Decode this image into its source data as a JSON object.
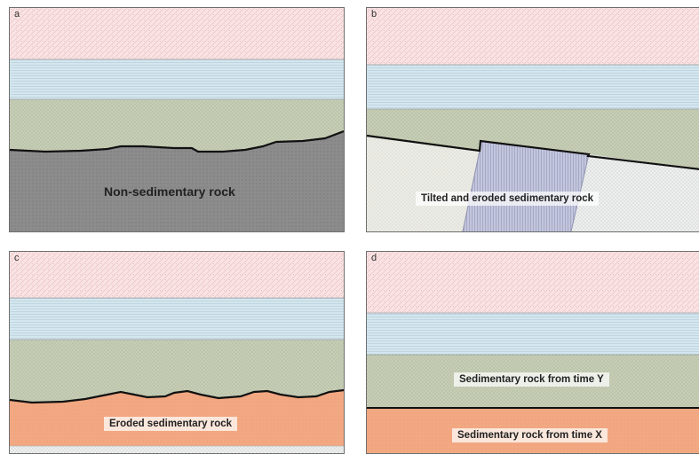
{
  "panels": {
    "a": {
      "letter": "a",
      "label": "Non-sedimentary rock"
    },
    "b": {
      "letter": "b",
      "label": "Tilted and eroded sedimentary rock"
    },
    "c": {
      "letter": "c",
      "label": "Eroded sedimentary rock"
    },
    "d": {
      "letter": "d",
      "label_upper": "Sedimentary rock from time Y",
      "label_lower": "Sedimentary rock from time X"
    }
  },
  "colors": {
    "pink_layer": "#f9e3e4",
    "blue_layer": "#d4e6ee",
    "green_layer": "#c6ceb6",
    "grey_rock": "#8c8c8c",
    "pale_rock": "#ecece6",
    "lavender_rock": "#c3c6dc",
    "orange_rock": "#f2a882",
    "border": "#6e6e6e"
  }
}
